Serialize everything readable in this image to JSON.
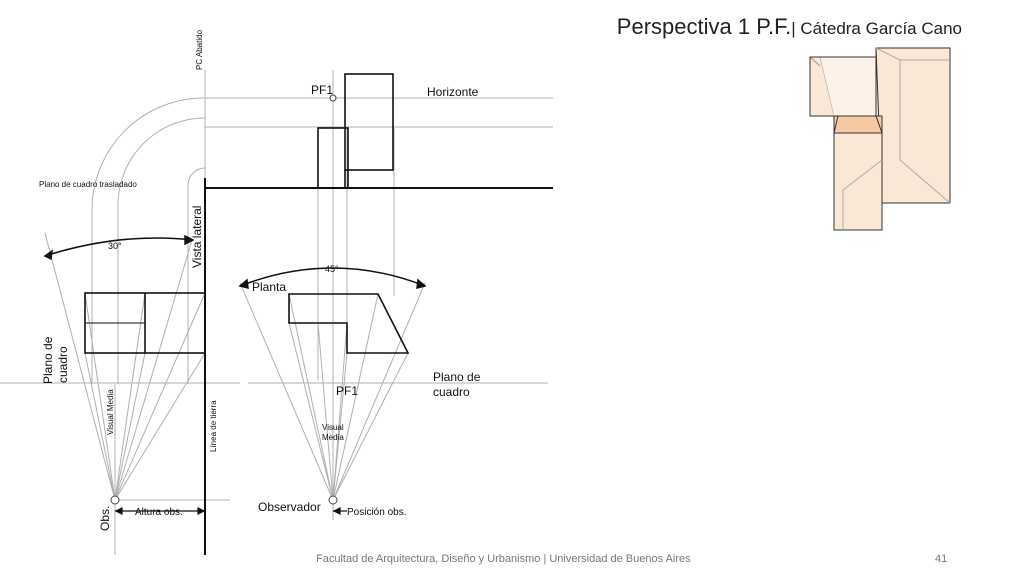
{
  "slide": {
    "title": "Perspectiva 1 P.F.",
    "subtitle": "| Cátedra García Cano",
    "footer": "Facultad de Arquitectura, Diseño y Urbanismo | Universidad de Buenos Aires",
    "page_number": "41"
  },
  "labels": {
    "pc_abatido": "PC Abatido",
    "pf1_top": "PF1",
    "horizonte": "Horizonte",
    "plano_cuadro_trasladado": "Plano de cuadro trasladado",
    "vista_lateral": "Vista lateral",
    "angle_30": "30°",
    "angle_45": "45°",
    "planta": "Planta",
    "plano_de_cuadro_left_1": "Plano de",
    "plano_de_cuadro_left_2": "cuadro",
    "visual_media_left": "Visual Media",
    "linea_de_tierra": "Línea de tierra",
    "plano_de_cuadro_right_1": "Plano de",
    "plano_de_cuadro_right_2": "cuadro",
    "pf1_bottom": "PF1",
    "visual_media_right_1": "Visual",
    "visual_media_right_2": "Media",
    "obs": "Obs.",
    "altura_obs": "Altura obs.",
    "observador": "Observador",
    "posicion_obs": "Posición obs."
  },
  "colors": {
    "line": "#111111",
    "construction": "#b0b0b0",
    "light_construction": "#d2d2d2",
    "block_fill": "#fbe7d6",
    "block_top": "#f6c9a4",
    "block_stroke": "#333333"
  }
}
